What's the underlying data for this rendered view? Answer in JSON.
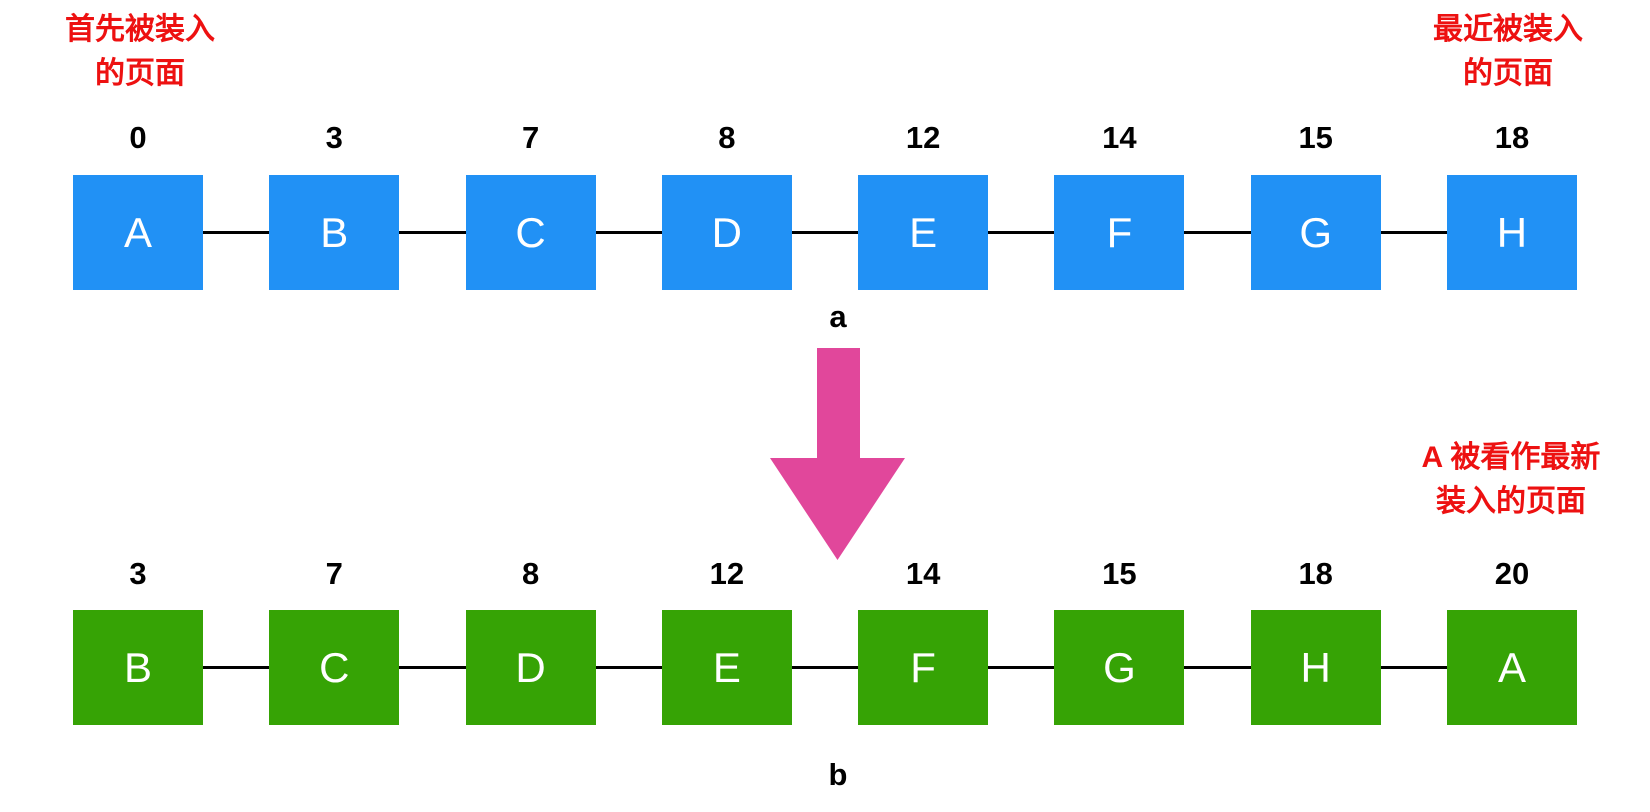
{
  "notes": {
    "first_loaded": {
      "line1": "首先被装入",
      "line2": "的页面"
    },
    "recently_loaded": {
      "line1": "最近被装入",
      "line2": "的页面"
    },
    "a_treated_newest": {
      "line1": "A 被看作最新",
      "line2": "装入的页面"
    }
  },
  "rows": [
    {
      "caption": "a",
      "box_color": "#2191f5",
      "nodes": [
        {
          "time": "0",
          "page": "A"
        },
        {
          "time": "3",
          "page": "B"
        },
        {
          "time": "7",
          "page": "C"
        },
        {
          "time": "8",
          "page": "D"
        },
        {
          "time": "12",
          "page": "E"
        },
        {
          "time": "14",
          "page": "F"
        },
        {
          "time": "15",
          "page": "G"
        },
        {
          "time": "18",
          "page": "H"
        }
      ]
    },
    {
      "caption": "b",
      "box_color": "#36a305",
      "nodes": [
        {
          "time": "3",
          "page": "B"
        },
        {
          "time": "7",
          "page": "C"
        },
        {
          "time": "8",
          "page": "D"
        },
        {
          "time": "12",
          "page": "E"
        },
        {
          "time": "14",
          "page": "F"
        },
        {
          "time": "15",
          "page": "G"
        },
        {
          "time": "18",
          "page": "H"
        },
        {
          "time": "20",
          "page": "A"
        }
      ]
    }
  ],
  "colors": {
    "top_box": "#2191f5",
    "bottom_box": "#36a305",
    "arrow": "#e1479b",
    "annotation_red": "#ed1111",
    "connector_line": "#000000",
    "box_letter": "#ffffff"
  },
  "icons": {
    "transition_arrow": "down-arrow"
  }
}
